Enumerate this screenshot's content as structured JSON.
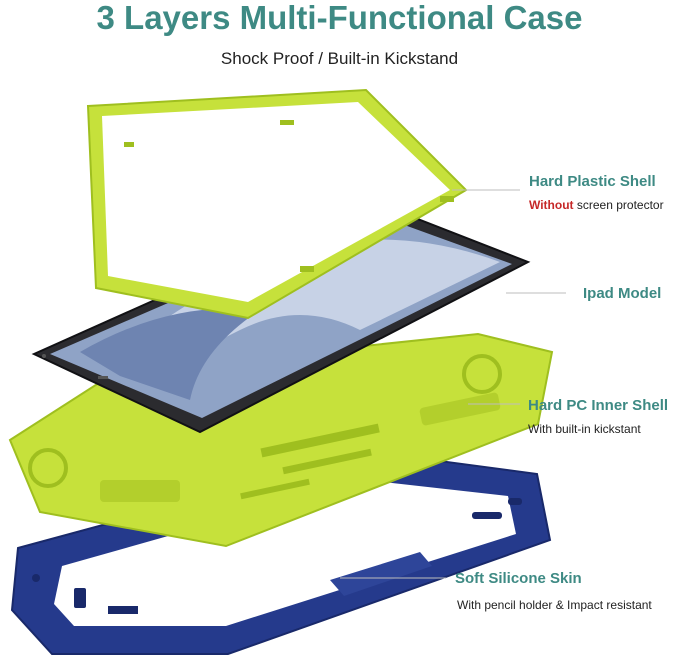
{
  "header": {
    "title": "3 Layers Multi-Functional Case",
    "subtitle": "Shock Proof / Built-in Kickstand"
  },
  "colors": {
    "accent": "#3e8a84",
    "lime": "#c6e13b",
    "lime_dark": "#9fbf1f",
    "navy": "#253a8c",
    "navy_dark": "#19296a",
    "warning": "#c62828",
    "screen": "#2b2b2f",
    "wallpaper": "#8fa3c6"
  },
  "layers": [
    {
      "title": "Hard Plastic Shell",
      "note_highlight": "Without",
      "note": " screen protector",
      "icon": "lime-frame-icon"
    },
    {
      "title": "Ipad Model",
      "icon": "tablet-icon"
    },
    {
      "title": "Hard PC Inner Shell",
      "note": "With built-in kickstant",
      "icon": "lime-back-shell-icon"
    },
    {
      "title": "Soft Silicone Skin",
      "note": "With pencil holder & Impact resistant",
      "icon": "navy-bumper-icon"
    }
  ]
}
